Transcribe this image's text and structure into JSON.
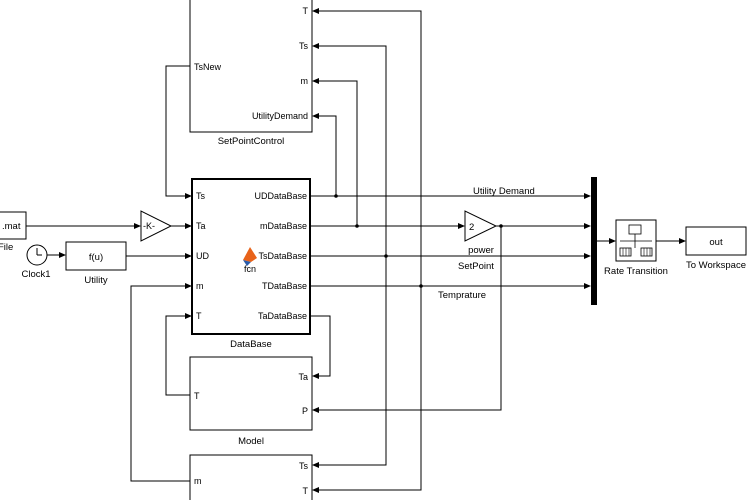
{
  "blocks": {
    "from_file": {
      "text": ".mat",
      "caption": "File"
    },
    "clock": {
      "caption": "Clock1"
    },
    "utility": {
      "text": "f(u)",
      "caption": "Utility"
    },
    "gain_k": {
      "text": "-K-"
    },
    "setpoint_control": {
      "caption": "SetPointControl",
      "in_ports": [
        "TsNew"
      ],
      "out_ports": [
        "T",
        "Ts",
        "m",
        "UtilityDemand"
      ]
    },
    "database": {
      "caption": "DataBase",
      "in_ports": [
        "Ts",
        "Ta",
        "UD",
        "m",
        "T"
      ],
      "out_ports": [
        "UDDataBase",
        "mDataBase",
        "TsDataBase",
        "TDataBase",
        "TaDataBase"
      ],
      "fcn_label": "fcn"
    },
    "model": {
      "caption": "Model",
      "in_ports": [
        "T"
      ],
      "out_ports": [
        "Ta",
        "P"
      ]
    },
    "bottom_block": {
      "in_ports": [
        "m"
      ],
      "out_ports": [
        "Ts",
        "T"
      ]
    },
    "power_gain": {
      "text": "2",
      "caption": "power"
    },
    "rate_transition": {
      "caption": "Rate Transition"
    },
    "to_workspace": {
      "text": "out",
      "caption": "To Workspace"
    }
  },
  "signals": {
    "utility_demand": "Utility Demand",
    "setpoint": "SetPoint",
    "temperature": "Temprature"
  },
  "colors": {
    "line": "#000000",
    "fcn_icon_orange": "#e8631a",
    "fcn_icon_blue": "#2a5caa"
  }
}
